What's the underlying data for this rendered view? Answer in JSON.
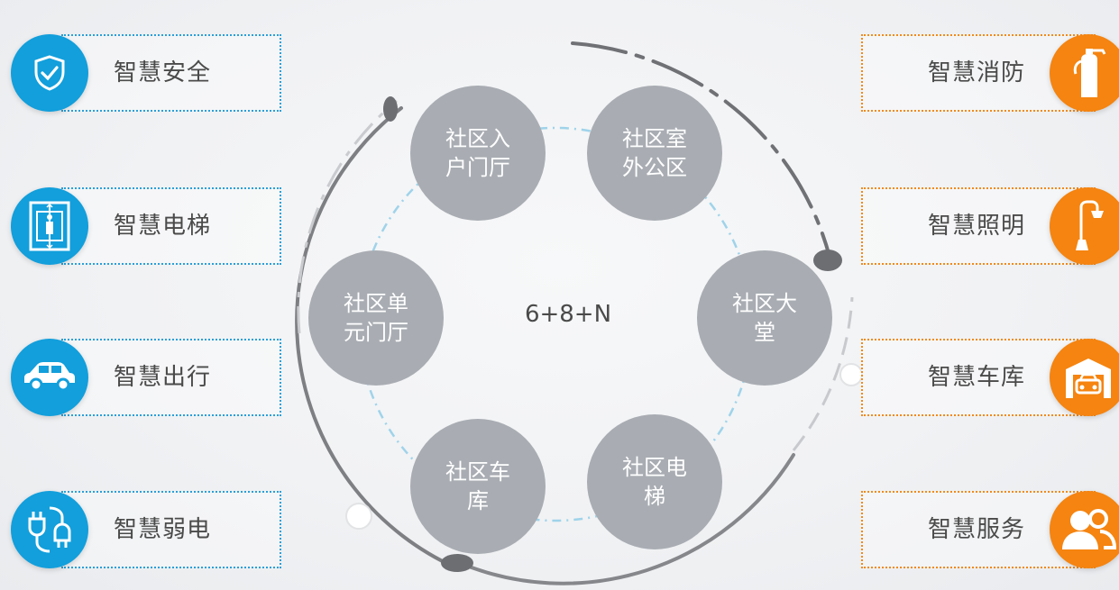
{
  "center_label": "6+8+N",
  "nodes": [
    {
      "label": "社区入户门厅"
    },
    {
      "label": "社区室外公区"
    },
    {
      "label": "社区单元门厅"
    },
    {
      "label": "社区大堂"
    },
    {
      "label": "社区车库"
    },
    {
      "label": "社区电梯"
    }
  ],
  "left_items": [
    {
      "label": "智慧安全",
      "icon": "shield-check-icon"
    },
    {
      "label": "智慧电梯",
      "icon": "elevator-icon"
    },
    {
      "label": "智慧出行",
      "icon": "car-icon"
    },
    {
      "label": "智慧弱电",
      "icon": "plug-icon"
    }
  ],
  "right_items": [
    {
      "label": "智慧消防",
      "icon": "fire-extinguisher-icon"
    },
    {
      "label": "智慧照明",
      "icon": "street-lamp-icon"
    },
    {
      "label": "智慧车库",
      "icon": "garage-icon"
    },
    {
      "label": "智慧服务",
      "icon": "users-icon"
    }
  ],
  "colors": {
    "left_accent": "#129fdc",
    "right_accent": "#f58410",
    "node_fill": "#a9adb3",
    "text": "#4a4a4a"
  }
}
